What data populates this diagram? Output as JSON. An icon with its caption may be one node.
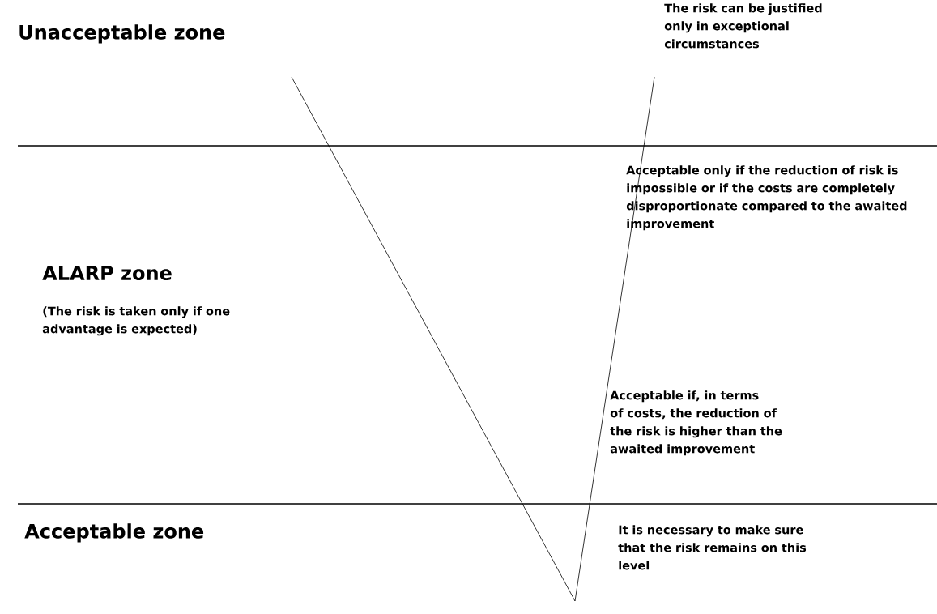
{
  "diagram": {
    "labels": [
      "Unacceptable zone",
      "The risk can be justified only in exceptional circumstances",
      "Acceptable only if the reduction of risk is impossible or if the costs are completely disproportionate compared to the awaited improvement",
      "ALARP zone",
      "(The risk is taken only if one advantage is expected)",
      "Acceptable if, in terms of costs, the reduction of the risk is higher than the awaited improvement",
      "Acceptable zone",
      "It is necessary to make sure that the risk remains on this level"
    ]
  }
}
